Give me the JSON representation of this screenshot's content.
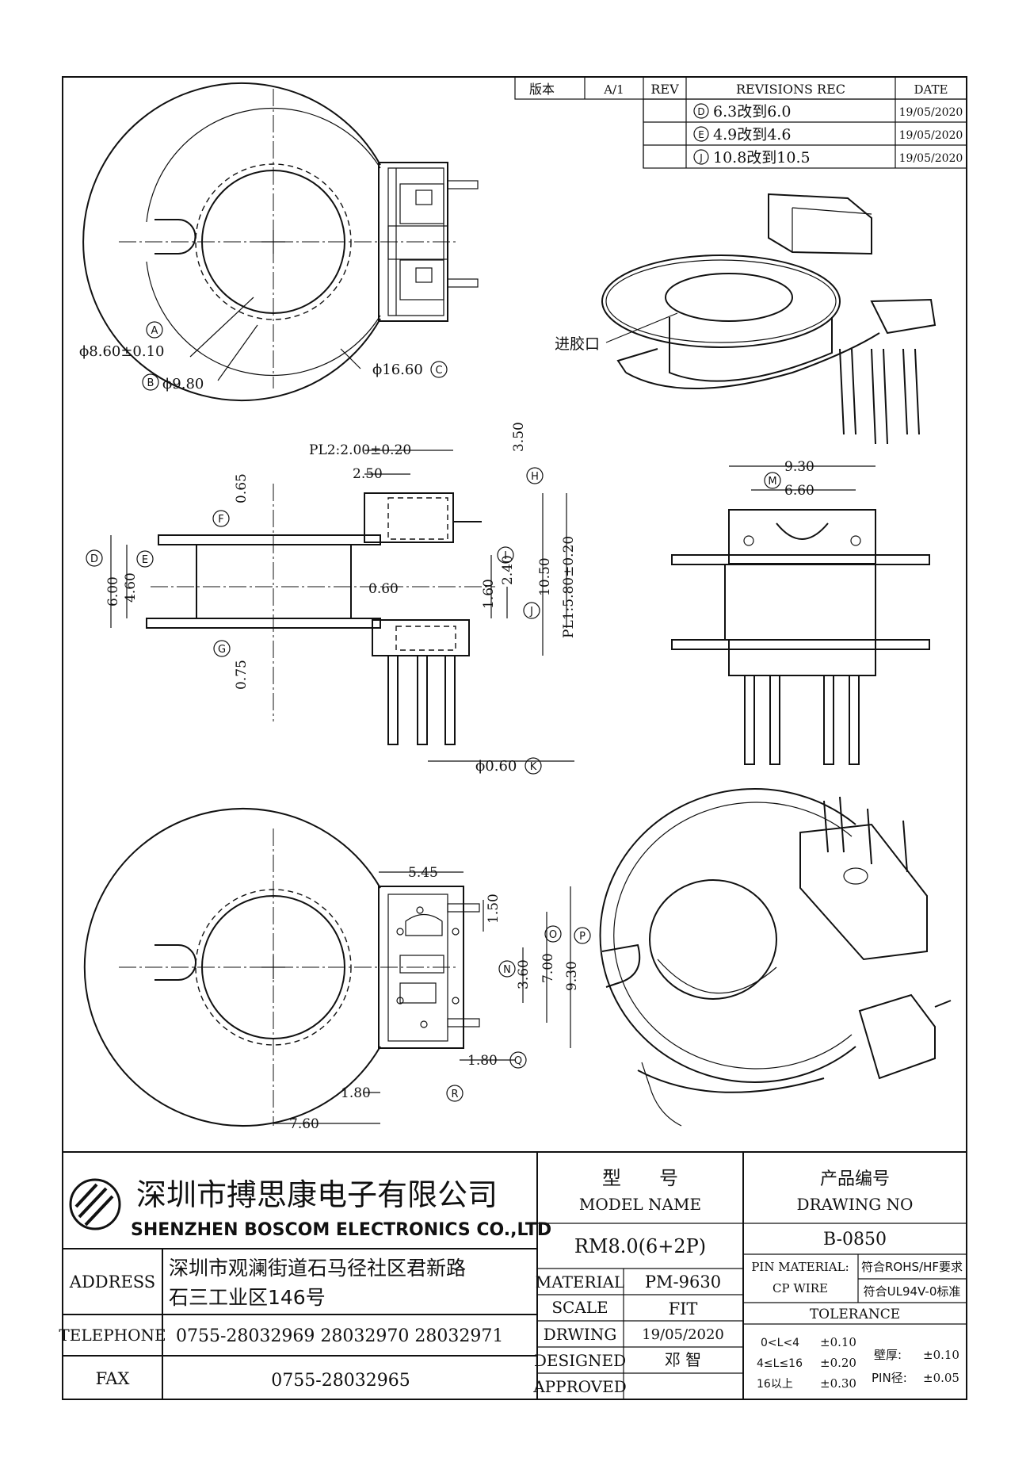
{
  "revision_table": {
    "version_label": "版本",
    "version_value": "A/1",
    "rev_header": "REV",
    "records_header": "REVISIONS REC",
    "date_header": "DATE",
    "rows": [
      {
        "mark": "D",
        "text": "6.3改到6.0",
        "date": "19/05/2020"
      },
      {
        "mark": "E",
        "text": "4.9改到4.6",
        "date": "19/05/2020"
      },
      {
        "mark": "J",
        "text": "10.8改到10.5",
        "date": "19/05/2020"
      }
    ]
  },
  "top_view": {
    "dim_a_mark": "A",
    "dim_a": "ϕ8.60±0.10",
    "dim_b_mark": "B",
    "dim_b": "ϕ9.80",
    "dim_c": "ϕ16.60",
    "dim_c_mark": "C"
  },
  "iso_top": {
    "gate_label": "进胶口"
  },
  "side_view": {
    "pl2": "PL2:2.00±0.20",
    "dim_250": "2.50",
    "dim_350": "3.50",
    "mark_h": "H",
    "dim_065": "0.65",
    "mark_f": "F",
    "mark_d": "D",
    "mark_e": "E",
    "dim_600": "6.00",
    "dim_460": "4.60",
    "dim_060": "0.60",
    "dim_160": "1.60",
    "dim_240": "2.40",
    "mark_i": "I",
    "dim_1050": "10.50",
    "mark_j": "J",
    "pl1": "PL1:5.80±0.20",
    "mark_g": "G",
    "dim_075": "0.75",
    "dim_pin": "ϕ0.60",
    "mark_k": "K"
  },
  "front_view": {
    "dim_930": "9.30",
    "mark_m": "M",
    "dim_660": "6.60"
  },
  "bottom_view": {
    "dim_545": "5.45",
    "dim_150": "1.50",
    "mark_n": "N",
    "dim_360": "3.60",
    "mark_o": "O",
    "dim_700": "7.00",
    "mark_p": "P",
    "dim_930": "9.30",
    "dim_180q": "1.80",
    "mark_q": "Q",
    "dim_180r": "1.80",
    "mark_r": "R",
    "dim_760": "7.60"
  },
  "title_block": {
    "company_cn": "深圳市搏思康电子有限公司",
    "company_en": "SHENZHEN BOSCOM ELECTRONICS CO.,LTD",
    "address_label": "ADDRESS",
    "address_line1": "深圳市观澜街道石马径社区君新路",
    "address_line2": "石三工业区146号",
    "telephone_label": "TELEPHONE",
    "telephone": "0755-28032969 28032970 28032971",
    "fax_label": "FAX",
    "fax": "0755-28032965",
    "model_cn": "型　　号",
    "model_en": "MODEL NAME",
    "model_value": "RM8.0(6+2P)",
    "drawing_cn": "产品编号",
    "drawing_en": "DRAWING NO",
    "drawing_value": "B-0850",
    "material_label": "MATERIAL",
    "material_value": "PM-9630",
    "scale_label": "SCALE",
    "scale_value": "FIT",
    "drawing_label": "DRWING",
    "drawing_date": "19/05/2020",
    "designed_label": "DESIGNED",
    "designed_value": "邓 智",
    "approved_label": "APPROVED",
    "pin_material_label": "PIN MATERIAL:",
    "pin_material_value": "CP WIRE",
    "rohs": "符合ROHS/HF要求",
    "ul": "符合UL94V-0标准",
    "tolerance_label": "TOLERANCE",
    "tol_rows": [
      {
        "range": "0<L<4",
        "value": "±0.10"
      },
      {
        "range": "4≤L≤16",
        "value": "±0.20"
      },
      {
        "range": "16以上",
        "value": "±0.30"
      }
    ],
    "wall_label": "壁厚:",
    "wall_value": "±0.10",
    "pin_label": "PIN径:",
    "pin_value": "±0.05"
  }
}
